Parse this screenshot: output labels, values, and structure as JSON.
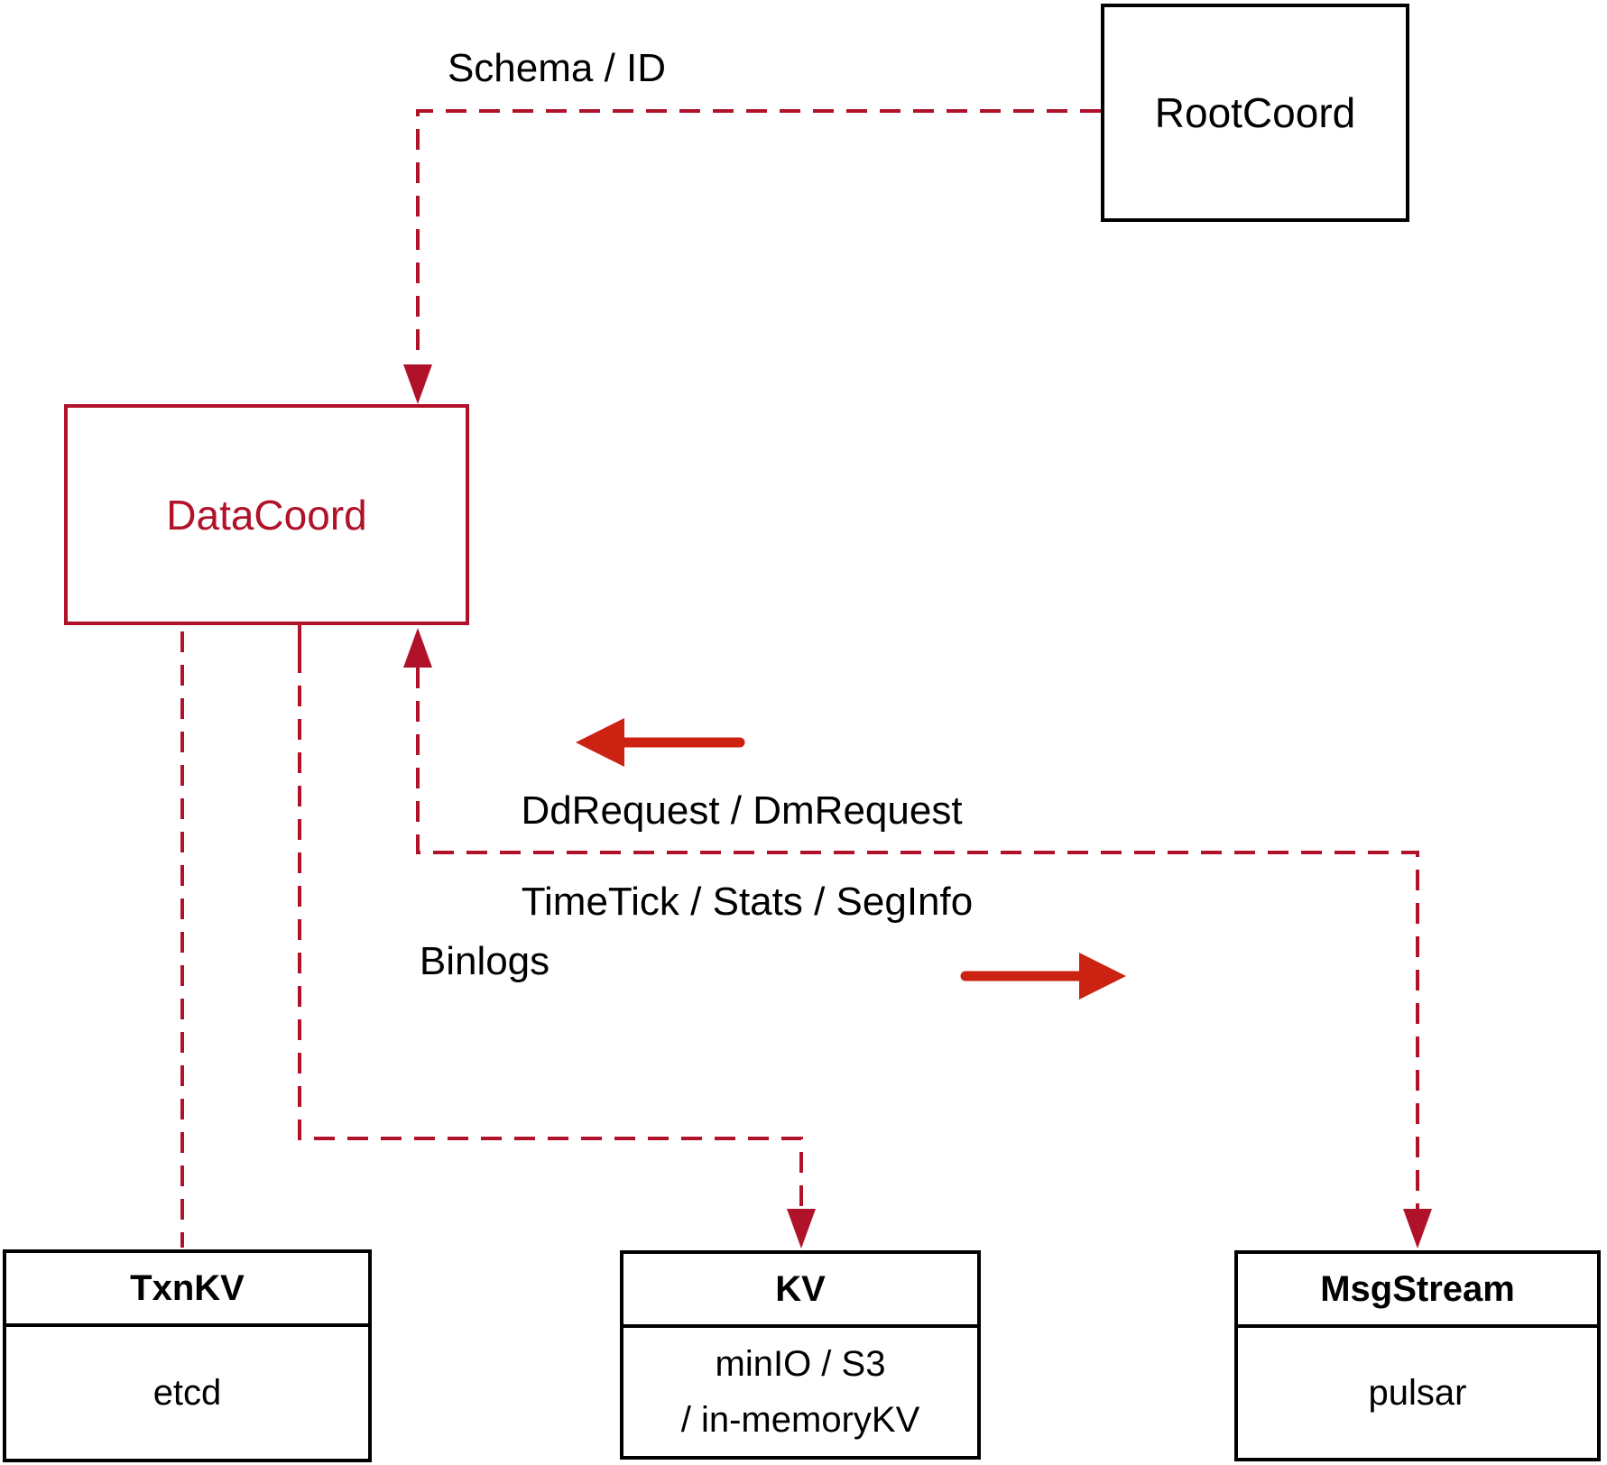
{
  "diagram": {
    "colors": {
      "connector": "#b0122a",
      "arrow": "#cc2212",
      "box_border": "#000000",
      "text": "#000000",
      "background": "#ffffff"
    },
    "nodes": {
      "rootcoord": {
        "label": "RootCoord"
      },
      "datacoord": {
        "label": "DataCoord"
      },
      "txnkv": {
        "title": "TxnKV",
        "body": "etcd"
      },
      "kv": {
        "title": "KV",
        "body_line1": "minIO / S3",
        "body_line2": "/ in-memoryKV"
      },
      "msgstream": {
        "title": "MsgStream",
        "body": "pulsar"
      }
    },
    "edges": {
      "schema_id_label": "Schema / ID",
      "ddrequest_label": "DdRequest / DmRequest",
      "timetick_label": "TimeTick / Stats / SegInfo",
      "binlogs_label": "Binlogs"
    }
  }
}
